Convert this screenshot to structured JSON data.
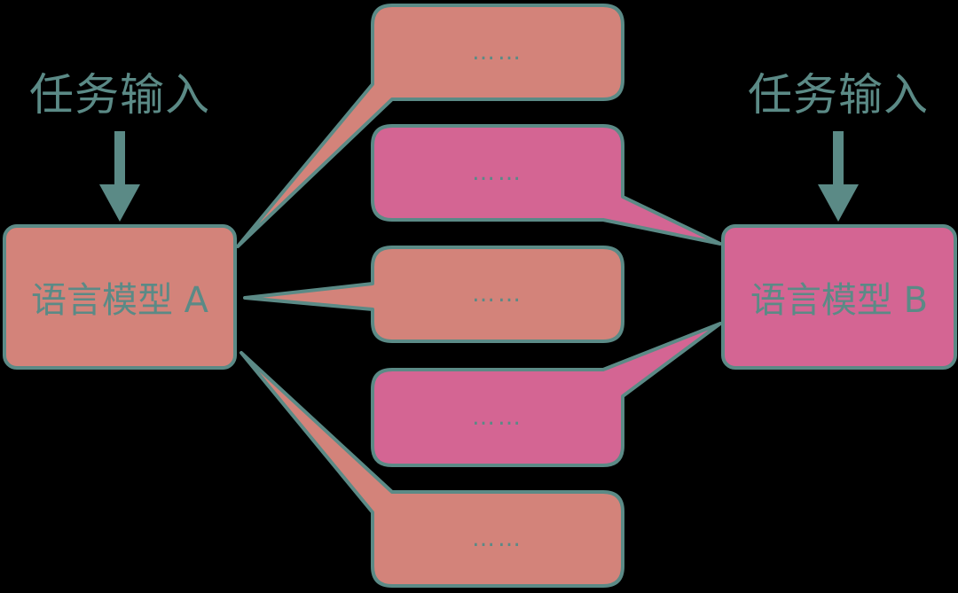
{
  "task_input_left": "任务输入",
  "task_input_right": "任务输入",
  "model_a": "语言模型 A",
  "model_b": "语言模型 B",
  "bubbles": [
    {
      "text": "……",
      "source": "A"
    },
    {
      "text": "……",
      "source": "B"
    },
    {
      "text": "……",
      "source": "A"
    },
    {
      "text": "……",
      "source": "B"
    },
    {
      "text": "……",
      "source": "A"
    }
  ],
  "colors": {
    "background": "#000000",
    "model_a_fill": "#d3837a",
    "model_b_fill": "#d46593",
    "stroke": "#5b8a86",
    "text": "#5b8a86"
  }
}
